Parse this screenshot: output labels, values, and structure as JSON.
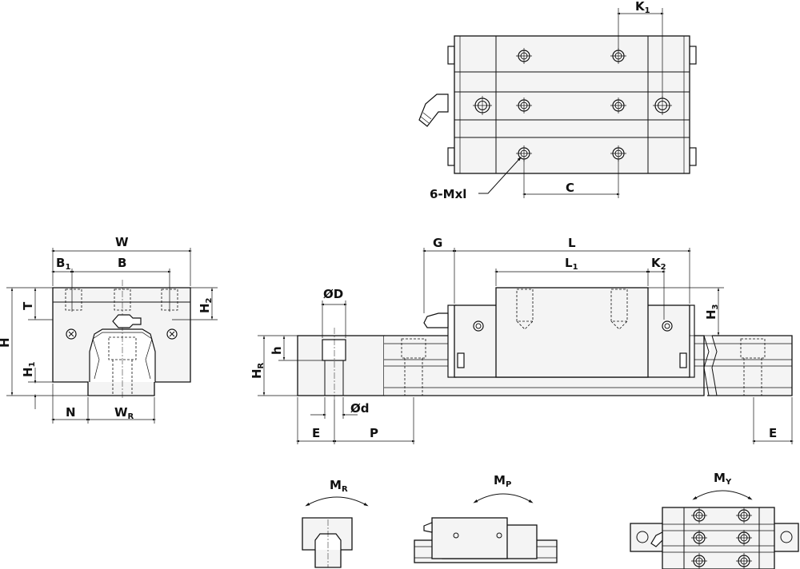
{
  "labels": {
    "K1": {
      "main": "K",
      "sub": "1"
    },
    "C": "C",
    "thread": "6-Mxl",
    "W": "W",
    "B1": {
      "main": "B",
      "sub": "1"
    },
    "B": "B",
    "T": "T",
    "H2": {
      "main": "H",
      "sub": "2"
    },
    "H": "H",
    "H1": {
      "main": "H",
      "sub": "1"
    },
    "N": "N",
    "WR": {
      "main": "W",
      "sub": "R"
    },
    "OD": "ØD",
    "h": "h",
    "HR": {
      "main": "H",
      "sub": "R"
    },
    "Od": "Ød",
    "E_left": "E",
    "P": "P",
    "G": "G",
    "L": "L",
    "L1": {
      "main": "L",
      "sub": "1"
    },
    "K2": {
      "main": "K",
      "sub": "2"
    },
    "H3": {
      "main": "H",
      "sub": "3"
    },
    "E_right": "E",
    "MR": {
      "main": "M",
      "sub": "R"
    },
    "MP": {
      "main": "M",
      "sub": "P"
    },
    "MY": {
      "main": "M",
      "sub": "Y"
    }
  }
}
